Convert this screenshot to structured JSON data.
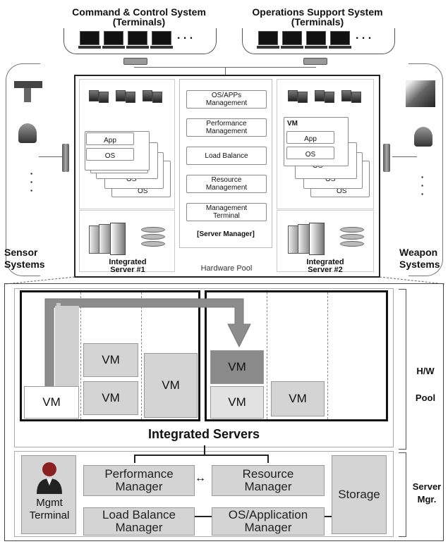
{
  "top": {
    "cmd_title_line1": "Command & Control System",
    "cmd_title_line2": "(Terminals)",
    "ops_title_line1": "Operations Support System",
    "ops_title_line2": "(Terminals)",
    "ellipsis": ". . ."
  },
  "left_side": {
    "label_line1": "Sensor",
    "label_line2": "Systems",
    "dots": "·\n·\n·"
  },
  "right_side": {
    "label_line1": "Weapon",
    "label_line2": "Systems",
    "dots": "·\n·\n·"
  },
  "server_manager_panel": {
    "items": [
      "OS/APPs\nManagement",
      "Performance\nManagement",
      "Load Balance",
      "Resource\nManagement",
      "Management\nTerminal"
    ],
    "title": "[Server Manager]"
  },
  "left_stack": {
    "app": "App",
    "os1": "OS",
    "os2": "OS",
    "os3": "OS",
    "os4": "OS"
  },
  "right_stack": {
    "vm": "VM",
    "app": "App",
    "os1": "OS",
    "os2": "OS",
    "os3": "OS",
    "os4": "OS"
  },
  "pool": {
    "server1_line1": "Integrated",
    "server1_line2": "Server #1",
    "server2_line1": "Integrated",
    "server2_line2": "Server #2",
    "hardware_pool": "Hardware Pool"
  },
  "bottom": {
    "vm_label": "VM",
    "integrated_servers": "Integrated Servers",
    "hw_line1": "H/W",
    "hw_line2": "Pool",
    "srv_line1": "Server",
    "srv_line2": "Mgr.",
    "mgmt_line1": "Mgmt",
    "mgmt_line2": "Terminal",
    "perf_line1": "Performance",
    "perf_line2": "Manager",
    "res_line1": "Resource",
    "res_line2": "Manager",
    "lb_line1": "Load Balance",
    "lb_line2": "Manager",
    "osapp_line1": "OS/Application",
    "osapp_line2": "Manager",
    "storage": "Storage"
  },
  "colors": {
    "gray_box": "#d4d4d4",
    "dark_vm": "#8a8a8a",
    "arrow": "#8c8c8c"
  }
}
